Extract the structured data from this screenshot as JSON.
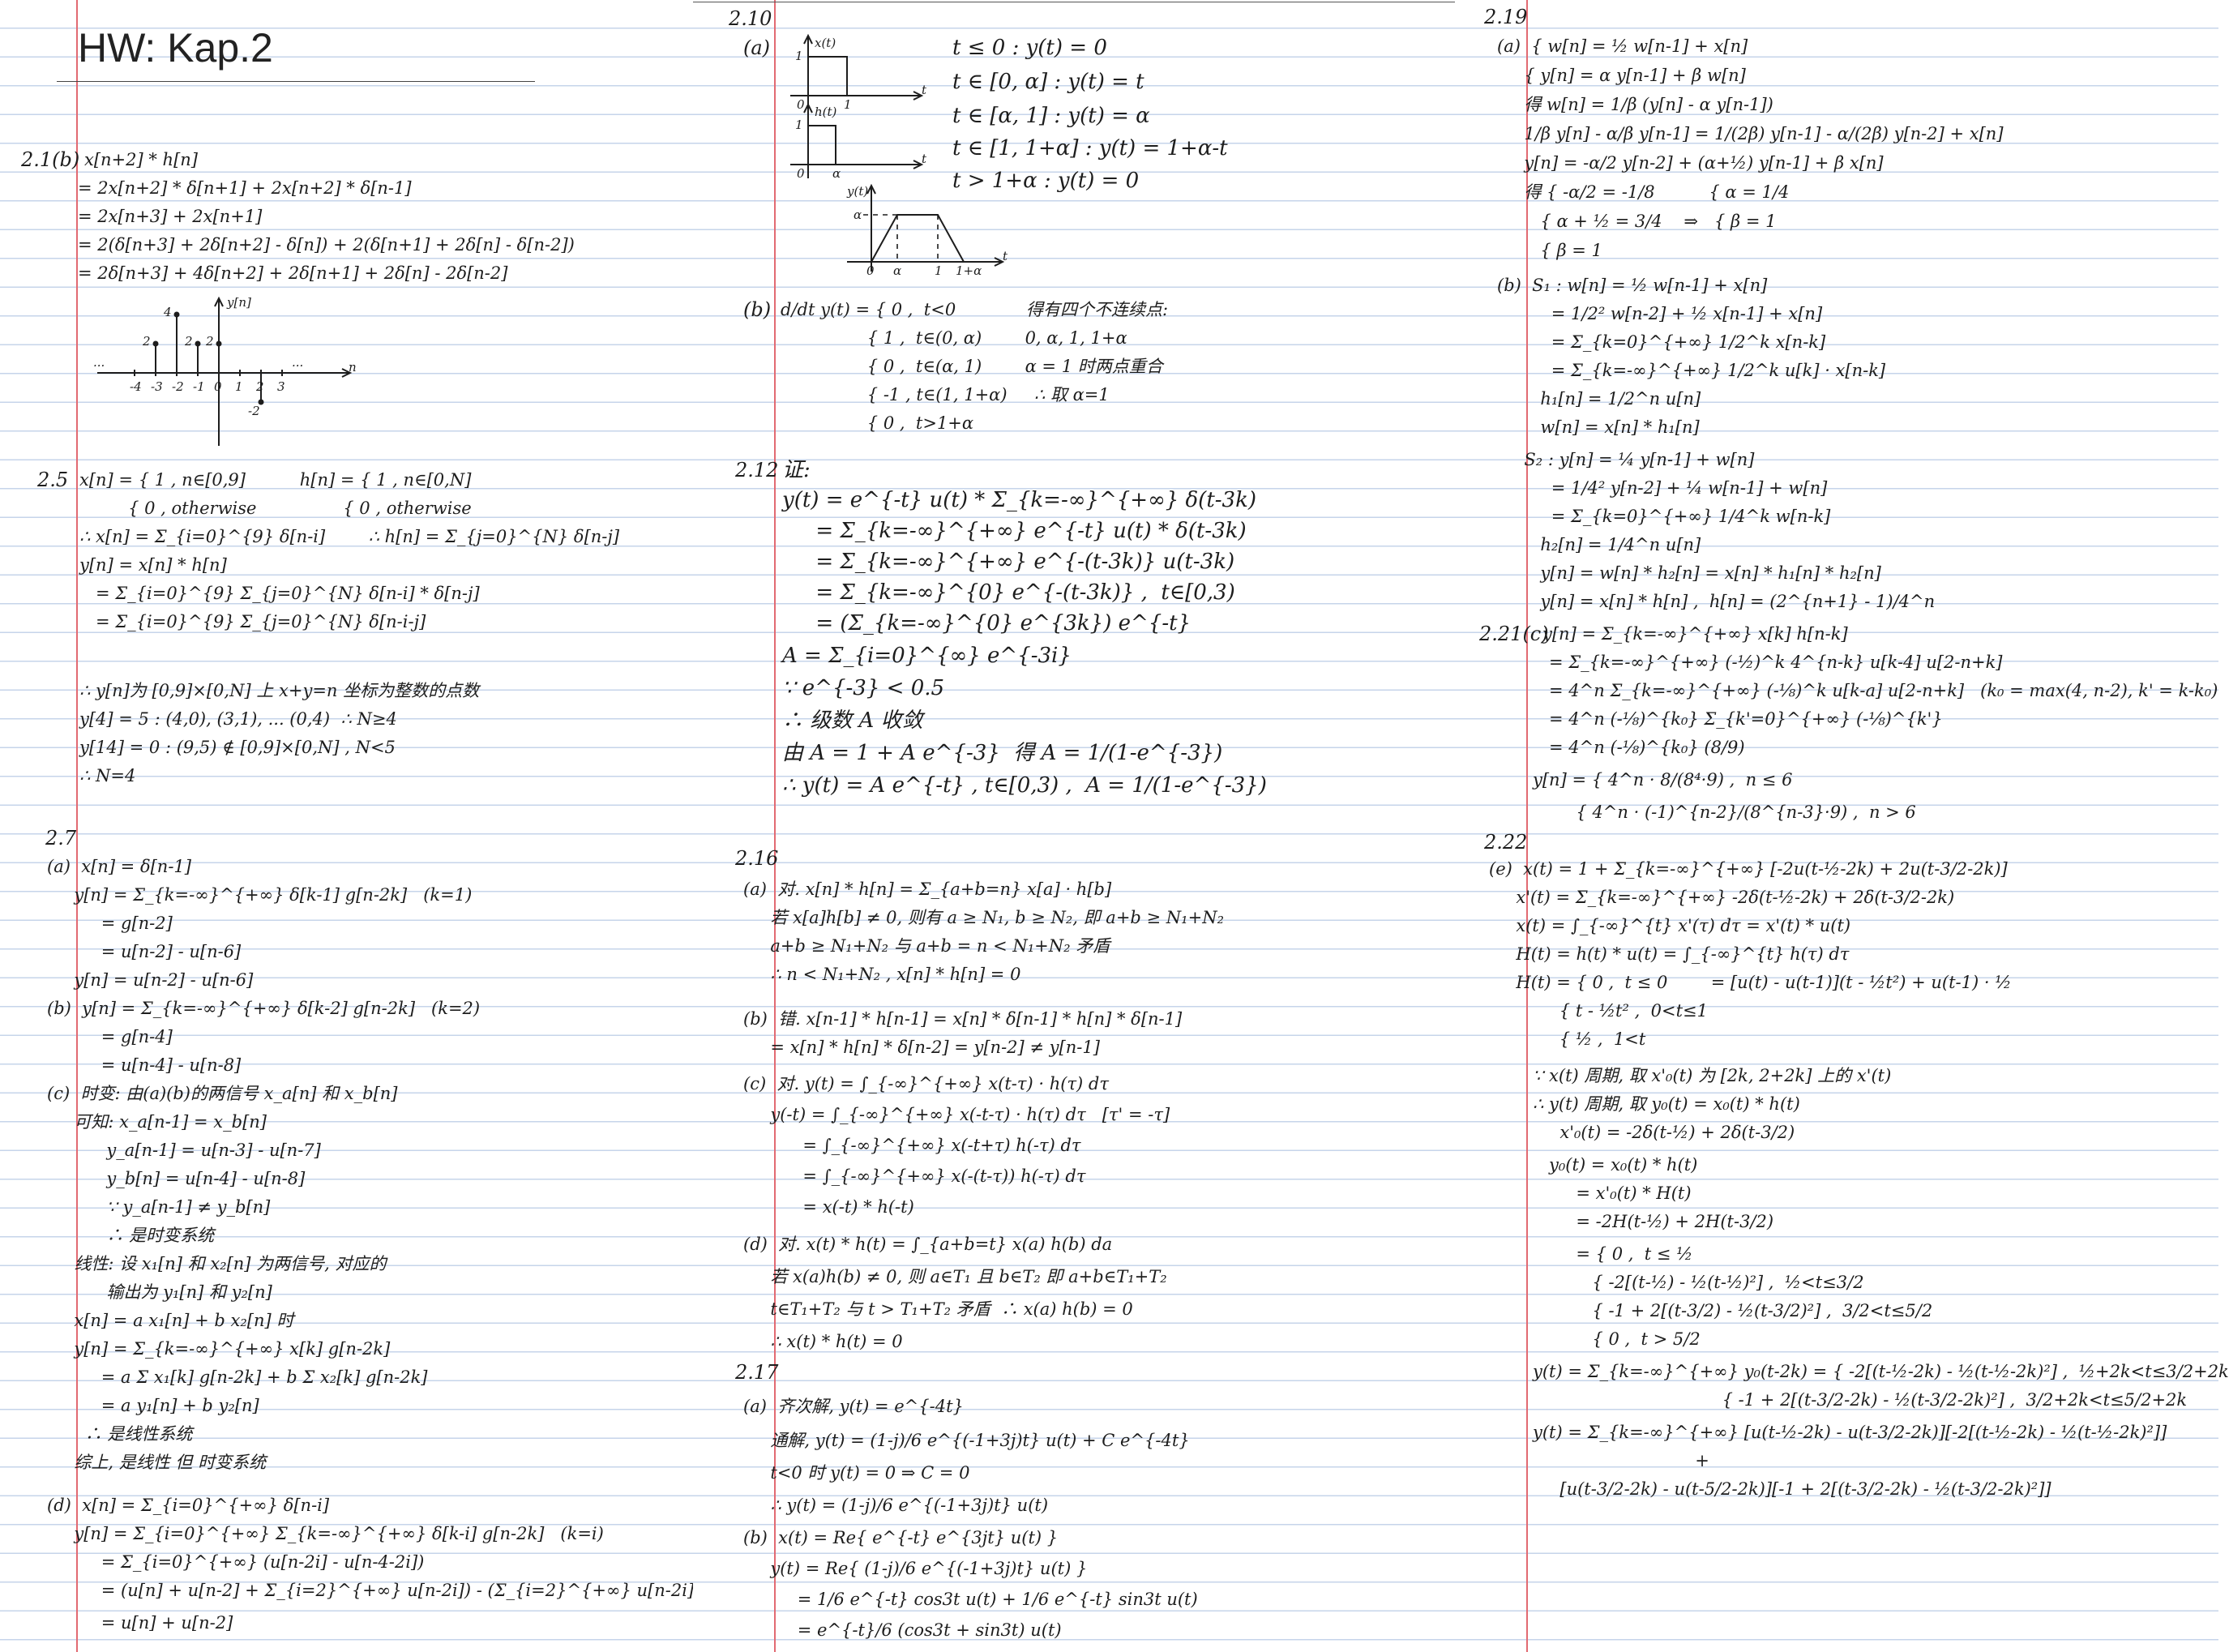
{
  "title": "HW: Kap.2",
  "page1": {
    "p21": {
      "num": "2.1(b)",
      "lines": [
        "x[n+2] * h[n]",
        "= 2x[n+2] * δ[n+1] + 2x[n+2] * δ[n-1]",
        "= 2x[n+3] + 2x[n+1]",
        "= 2(δ[n+3] + 2δ[n+2] - δ[n]) + 2(δ[n+1] + 2δ[n] - δ[n-2])",
        "= 2δ[n+3] + 4δ[n+2] + 2δ[n+1] + 2δ[n] - 2δ[n-2]"
      ],
      "plot": {
        "ylabel": "y[n]",
        "xlabel": "n",
        "ticks": [
          "-4",
          "-3",
          "-2",
          "-1",
          "0",
          "1",
          "2",
          "3"
        ],
        "stems": [
          {
            "n": -3,
            "value": 2
          },
          {
            "n": -2,
            "value": 4
          },
          {
            "n": -1,
            "value": 2
          },
          {
            "n": 0,
            "value": 2
          },
          {
            "n": 2,
            "value": -2
          }
        ],
        "value_labels": [
          "2",
          "4",
          "2",
          "2",
          "-2"
        ],
        "dots_left": "...",
        "dots_right": "..."
      }
    },
    "p25": {
      "num": "2.5",
      "lines": [
        "x[n] = { 1 , n∈[0,9]          h[n] = { 1 , n∈[0,N]",
        "         { 0 , otherwise                { 0 , otherwise",
        "∴ x[n] = Σ_{i=0}^{9} δ[n-i]        ∴ h[n] = Σ_{j=0}^{N} δ[n-j]",
        "y[n] = x[n] * h[n]",
        "   = Σ_{i=0}^{9} Σ_{j=0}^{N} δ[n-i] * δ[n-j]",
        "   = Σ_{i=0}^{9} Σ_{j=0}^{N} δ[n-i-j]",
        "",
        "∴ y[n]为 [0,9]×[0,N] 上 x+y=n 坐标为整数的点数",
        "y[4] = 5 : (4,0), (3,1), ... (0,4)  ∴ N≥4",
        "y[14] = 0 : (9,5) ∉ [0,9]×[0,N] , N<5",
        "∴ N=4"
      ]
    },
    "p27": {
      "num": "2.7",
      "lines": [
        "(a)  x[n] = δ[n-1]",
        "     y[n] = Σ_{k=-∞}^{+∞} δ[k-1] g[n-2k]   (k=1)",
        "          = g[n-2]",
        "          = u[n-2] - u[n-6]",
        "     y[n] = u[n-2] - u[n-6]",
        "(b)  y[n] = Σ_{k=-∞}^{+∞} δ[k-2] g[n-2k]   (k=2)",
        "          = g[n-4]",
        "          = u[n-4] - u[n-8]",
        "(c)  时变: 由(a)(b)的两信号 x_a[n] 和 x_b[n]",
        "     可知: x_a[n-1] = x_b[n]",
        "           y_a[n-1] = u[n-3] - u[n-7]",
        "           y_b[n] = u[n-4] - u[n-8]",
        "           ∵ y_a[n-1] ≠ y_b[n]",
        "           ∴ 是时变系统",
        "     线性: 设 x₁[n] 和 x₂[n] 为两信号, 对应的",
        "           输出为 y₁[n] 和 y₂[n]",
        "     x[n] = a x₁[n] + b x₂[n] 时",
        "     y[n] = Σ_{k=-∞}^{+∞} x[k] g[n-2k]",
        "          = a Σ x₁[k] g[n-2k] + b Σ x₂[k] g[n-2k]",
        "          = a y₁[n] + b y₂[n]",
        "       ∴ 是线性系统",
        "     综上, 是线性 但 时变系统",
        "(d)  x[n] = Σ_{i=0}^{+∞} δ[n-i]",
        "     y[n] = Σ_{i=0}^{+∞} Σ_{k=-∞}^{+∞} δ[k-i] g[n-2k]   (k=i)",
        "          = Σ_{i=0}^{+∞} (u[n-2i] - u[n-4-2i])",
        "          = (u[n] + u[n-2] + Σ_{i=2}^{+∞} u[n-2i]) - (Σ_{i=2}^{+∞} u[n-2i])",
        "          = u[n] + u[n-2]"
      ]
    }
  },
  "page2": {
    "p210": {
      "num": "2.10",
      "sub_a": "(a)",
      "eqs": [
        "t ≤ 0 : y(t) = 0",
        "t ∈ [0, α] : y(t) = t",
        "t ∈ [α, 1] : y(t) = α",
        "t ∈ [1, 1+α] : y(t) = 1+α-t",
        "t > 1+α : y(t) = 0"
      ],
      "fig_x": {
        "label": "x(t)",
        "t": "t",
        "ticks": [
          "0",
          "1"
        ],
        "one": "1"
      },
      "fig_h": {
        "label": "h(t)",
        "t": "t",
        "ticks": [
          "0",
          "α"
        ],
        "one": "1"
      },
      "fig_y": {
        "label": "y(t)",
        "t": "t",
        "amp": "α",
        "ticks": [
          "0",
          "α",
          "1",
          "1+α"
        ]
      },
      "sub_b": "(b)",
      "b_lines": [
        "d/dt y(t) = { 0 ,  t<0             得有四个不连续点:",
        "                { 1 ,  t∈(0, α)        0, α, 1, 1+α",
        "                { 0 ,  t∈(α, 1)        α = 1 时两点重合",
        "                { -1 , t∈(1, 1+α)     ∴ 取 α=1",
        "                { 0 ,  t>1+α"
      ]
    },
    "p212": {
      "num": "2.12",
      "lines": [
        "证:",
        "y(t) = e^{-t} u(t) * Σ_{k=-∞}^{+∞} δ(t-3k)",
        "     = Σ_{k=-∞}^{+∞} e^{-t} u(t) * δ(t-3k)",
        "     = Σ_{k=-∞}^{+∞} e^{-(t-3k)} u(t-3k)",
        "     = Σ_{k=-∞}^{0} e^{-(t-3k)} ,  t∈[0,3)",
        "     = (Σ_{k=-∞}^{0} e^{3k}) e^{-t}",
        "A = Σ_{i=0}^{∞} e^{-3i}",
        "∵ e^{-3} < 0.5",
        "∴ 级数 A 收敛",
        "由 A = 1 + A e^{-3}  得 A = 1/(1-e^{-3})",
        "∴ y(t) = A e^{-t} , t∈[0,3) ,  A = 1/(1-e^{-3})"
      ]
    },
    "p216": {
      "num": "2.16",
      "lines": [
        "(a)  对. x[n] * h[n] = Σ_{a+b=n} x[a] · h[b]",
        "     若 x[a]h[b] ≠ 0, 则有 a ≥ N₁, b ≥ N₂, 即 a+b ≥ N₁+N₂",
        "     a+b ≥ N₁+N₂ 与 a+b = n < N₁+N₂ 矛盾",
        "     ∴ n < N₁+N₂ , x[n] * h[n] = 0",
        "(b)  错. x[n-1] * h[n-1] = x[n] * δ[n-1] * h[n] * δ[n-1]",
        "     = x[n] * h[n] * δ[n-2] = y[n-2] ≠ y[n-1]",
        "(c)  对. y(t) = ∫_{-∞}^{+∞} x(t-τ) · h(τ) dτ",
        "     y(-t) = ∫_{-∞}^{+∞} x(-t-τ) · h(τ) dτ   [τ' = -τ]",
        "           = ∫_{-∞}^{+∞} x(-t+τ) h(-τ) dτ",
        "           = ∫_{-∞}^{+∞} x(-(t-τ)) h(-τ) dτ",
        "           = x(-t) * h(-t)",
        "(d)  对. x(t) * h(t) = ∫_{a+b=t} x(a) h(b) da",
        "     若 x(a)h(b) ≠ 0, 则 a∈T₁ 且 b∈T₂ 即 a+b∈T₁+T₂",
        "     t∈T₁+T₂ 与 t > T₁+T₂ 矛盾  ∴ x(a) h(b) = 0",
        "     ∴ x(t) * h(t) = 0"
      ]
    },
    "p217": {
      "num": "2.17",
      "lines": [
        "(a)  齐次解, y(t) = e^{-4t}",
        "     通解, y(t) = (1-j)/6 e^{(-1+3j)t} u(t) + C e^{-4t}",
        "     t<0 时 y(t) = 0 ⇒ C = 0",
        "     ∴ y(t) = (1-j)/6 e^{(-1+3j)t} u(t)",
        "(b)  x(t) = Re{ e^{-t} e^{3jt} u(t) }",
        "     y(t) = Re{ (1-j)/6 e^{(-1+3j)t} u(t) }",
        "          = 1/6 e^{-t} cos3t u(t) + 1/6 e^{-t} sin3t u(t)",
        "          = e^{-t}/6 (cos3t + sin3t) u(t)"
      ]
    }
  },
  "page3": {
    "p219": {
      "num": "2.19",
      "lines": [
        "(a)  { w[n] = ½ w[n-1] + x[n]",
        "     { y[n] = α y[n-1] + β w[n]",
        "     得 w[n] = 1/β (y[n] - α y[n-1])",
        "     1/β y[n] - α/β y[n-1] = 1/(2β) y[n-1] - α/(2β) y[n-2] + x[n]",
        "     y[n] = -α/2 y[n-2] + (α+½) y[n-1] + β x[n]",
        "     得 { -α/2 = -1/8          { α = 1/4",
        "        { α + ½ = 3/4    ⇒   { β = 1",
        "        { β = 1",
        "(b)  S₁ : w[n] = ½ w[n-1] + x[n]",
        "          = 1/2² w[n-2] + ½ x[n-1] + x[n]",
        "          = Σ_{k=0}^{+∞} 1/2^k x[n-k]",
        "          = Σ_{k=-∞}^{+∞} 1/2^k u[k] · x[n-k]",
        "        h₁[n] = 1/2^n u[n]",
        "        w[n] = x[n] * h₁[n]",
        "     S₂ : y[n] = ¼ y[n-1] + w[n]",
        "          = 1/4² y[n-2] + ¼ w[n-1] + w[n]",
        "          = Σ_{k=0}^{+∞} 1/4^k w[n-k]",
        "        h₂[n] = 1/4^n u[n]",
        "        y[n] = w[n] * h₂[n] = x[n] * h₁[n] * h₂[n]",
        "        y[n] = x[n] * h[n] ,  h[n] = (2^{n+1} - 1)/4^n"
      ]
    },
    "p221": {
      "num": "2.21(c)",
      "lines": [
        "y[n] = Σ_{k=-∞}^{+∞} x[k] h[n-k]",
        "   = Σ_{k=-∞}^{+∞} (-½)^k 4^{n-k} u[k-4] u[2-n+k]",
        "   = 4^n Σ_{k=-∞}^{+∞} (-⅛)^k u[k-a] u[2-n+k]   (k₀ = max(4, n-2), k' = k-k₀)",
        "   = 4^n (-⅛)^{k₀} Σ_{k'=0}^{+∞} (-⅛)^{k'}",
        "   = 4^n (-⅛)^{k₀} (8/9)",
        "y[n] = { 4^n · 8/(8⁴·9) ,  n ≤ 6",
        "        { 4^n · (-1)^{n-2}/(8^{n-3}·9) ,  n > 6"
      ]
    },
    "p222": {
      "num": "2.22",
      "lines": [
        "(e)  x(t) = 1 + Σ_{k=-∞}^{+∞} [-2u(t-½-2k) + 2u(t-3/2-2k)]",
        "     x'(t) = Σ_{k=-∞}^{+∞} -2δ(t-½-2k) + 2δ(t-3/2-2k)",
        "     x(t) = ∫_{-∞}^{t} x'(τ) dτ = x'(t) * u(t)",
        "     H(t) = h(t) * u(t) = ∫_{-∞}^{t} h(τ) dτ",
        "     H(t) = { 0 ,  t ≤ 0        = [u(t) - u(t-1)](t - ½t²) + u(t-1) · ½",
        "             { t - ½t² ,  0<t≤1",
        "             { ½ ,  1<t",
        "∵ x(t) 周期, 取 x'₀(t) 为 [2k, 2+2k] 上的 x'(t)",
        "∴ y(t) 周期, 取 y₀(t) = x₀(t) * h(t)",
        "     x'₀(t) = -2δ(t-½) + 2δ(t-3/2)",
        "   y₀(t) = x₀(t) * h(t)",
        "        = x'₀(t) * H(t)",
        "        = -2H(t-½) + 2H(t-3/2)",
        "        = { 0 ,  t ≤ ½",
        "           { -2[(t-½) - ½(t-½)²] ,  ½<t≤3/2",
        "           { -1 + 2[(t-3/2) - ½(t-3/2)²] ,  3/2<t≤5/2",
        "           { 0 ,  t > 5/2",
        "y(t) = Σ_{k=-∞}^{+∞} y₀(t-2k) = { -2[(t-½-2k) - ½(t-½-2k)²] ,  ½+2k<t≤3/2+2k",
        "                                   { -1 + 2[(t-3/2-2k) - ½(t-3/2-2k)²] ,  3/2+2k<t≤5/2+2k",
        "y(t) = Σ_{k=-∞}^{+∞} [u(t-½-2k) - u(t-3/2-2k)][-2[(t-½-2k) - ½(t-½-2k)²]]",
        "                              +",
        "     [u(t-3/2-2k) - u(t-5/2-2k)][-1 + 2[(t-3/2-2k) - ½(t-3/2-2k)²]]"
      ]
    }
  }
}
